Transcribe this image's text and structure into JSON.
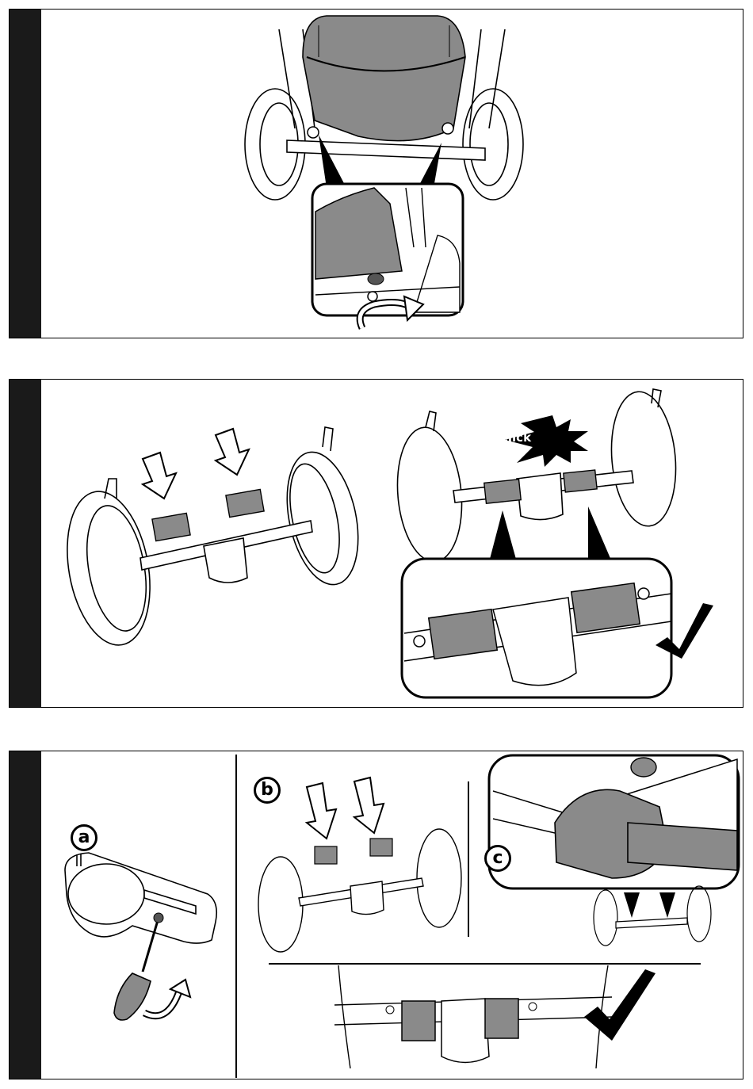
{
  "panels": [
    {
      "id": "step-1"
    },
    {
      "id": "step-2",
      "click_label": "click"
    },
    {
      "id": "step-3",
      "labels": {
        "a": "a",
        "b": "b",
        "c": "c"
      }
    }
  ],
  "colors": {
    "step_bar": "#1a1a1a",
    "part_gray": "#808080",
    "line": "#000000"
  },
  "icons": [
    "rotate-arrow-icon",
    "down-arrow-icon",
    "checkmark-icon",
    "click-burst-icon",
    "screwdriver-icon"
  ]
}
